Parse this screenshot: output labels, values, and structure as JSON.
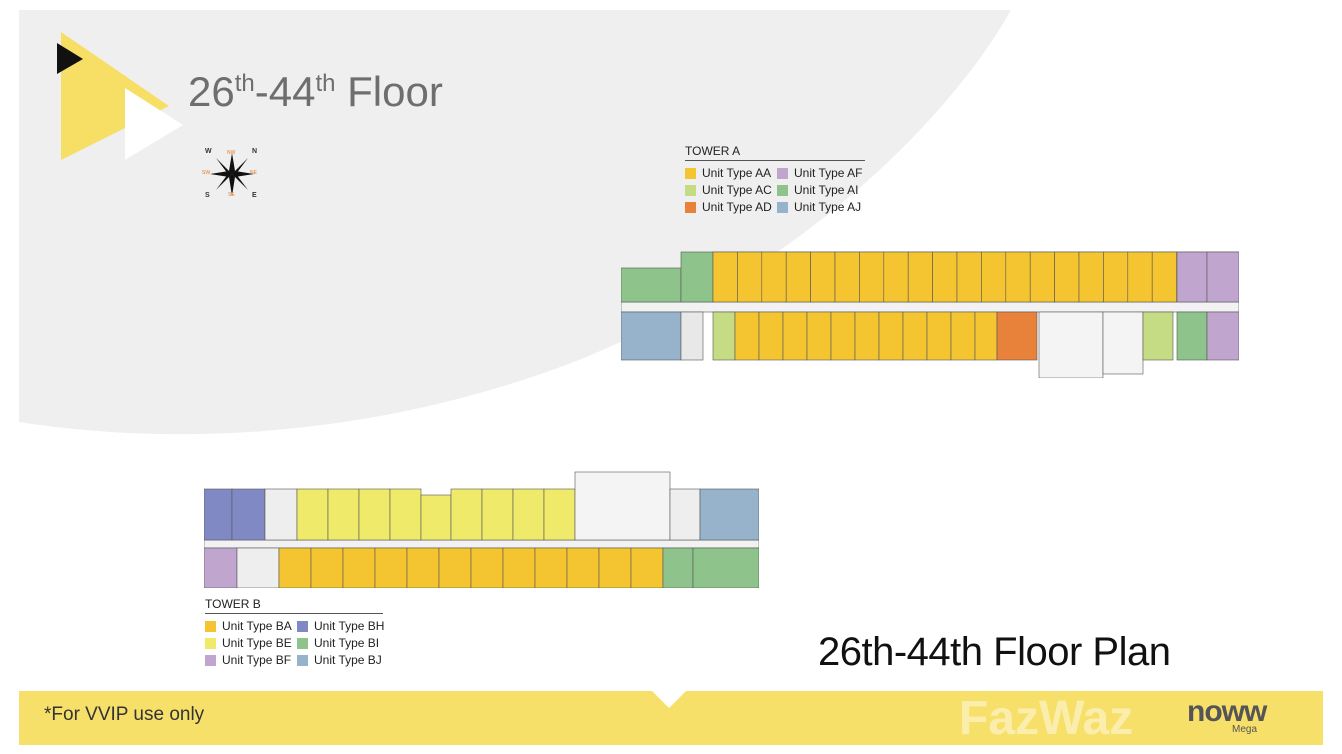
{
  "title": {
    "base": "26th-44th Floor",
    "part1": "26",
    "sup1": "th",
    "mid": "-44",
    "sup2": "th",
    "tail": " Floor"
  },
  "compass": {
    "n": "N",
    "s": "S",
    "e": "E",
    "w": "W",
    "nw": "NW",
    "ne": "NE",
    "sw": "SW",
    "se": "SE"
  },
  "colors": {
    "aa": "#f5c531",
    "ac": "#c5dc84",
    "ad": "#e8823a",
    "af": "#c0a5cf",
    "ai": "#8ec48c",
    "aj": "#97b3cc",
    "ba": "#f5c531",
    "be": "#f0ea6b",
    "bf": "#c0a5cf",
    "bh": "#8189c5",
    "bi": "#8ec48c",
    "bj": "#97b3cc",
    "footer": "#f7e06a",
    "swoosh": "#efefef",
    "accent_yellow": "#f6df64"
  },
  "tower_a": {
    "title": "TOWER A",
    "legend": [
      {
        "key": "aa",
        "label": "Unit Type AA"
      },
      {
        "key": "af",
        "label": "Unit Type AF"
      },
      {
        "key": "ac",
        "label": "Unit Type AC"
      },
      {
        "key": "ai",
        "label": "Unit Type AI"
      },
      {
        "key": "ad",
        "label": "Unit Type AD"
      },
      {
        "key": "aj",
        "label": "Unit Type AJ"
      }
    ]
  },
  "tower_b": {
    "title": "TOWER B",
    "legend": [
      {
        "key": "ba",
        "label": "Unit Type BA"
      },
      {
        "key": "bh",
        "label": "Unit Type BH"
      },
      {
        "key": "be",
        "label": "Unit Type BE"
      },
      {
        "key": "bi",
        "label": "Unit Type BI"
      },
      {
        "key": "bf",
        "label": "Unit Type BF"
      },
      {
        "key": "bj",
        "label": "Unit Type BJ"
      }
    ]
  },
  "plan_caption": "26th-44th Floor Plan",
  "footer_note": "*For VVIP use only",
  "brand": {
    "name": "noww",
    "sub": "Mega"
  },
  "watermark": "FazWaz"
}
